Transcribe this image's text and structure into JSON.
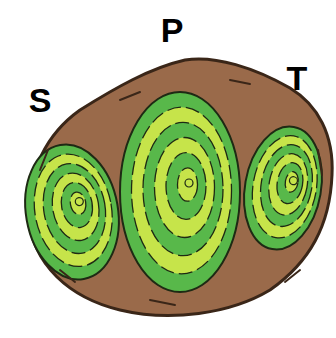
{
  "diagram": {
    "labels": [
      "S",
      "P",
      "T"
    ]
  }
}
